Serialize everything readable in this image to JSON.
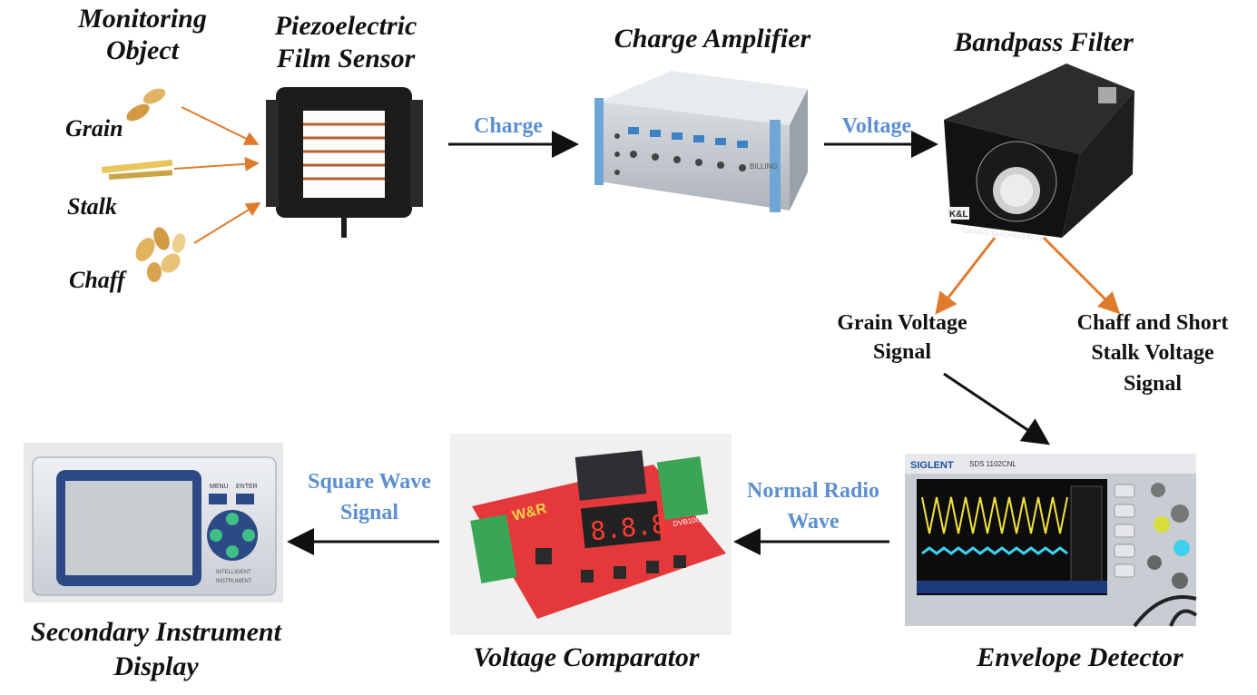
{
  "labels": {
    "monitoring_object": "Monitoring Object",
    "grain": "Grain",
    "stalk": "Stalk",
    "chaff": "Chaff",
    "sensor_line1": "Piezoelectric",
    "sensor_line2": "Film  Sensor",
    "charge_amplifier": "Charge Amplifier",
    "bandpass_filter": "Bandpass Filter",
    "grain_signal_line1": "Grain Voltage",
    "grain_signal_line2": "Signal",
    "chaff_signal_line1": "Chaff  and Short",
    "chaff_signal_line2": "Stalk Voltage",
    "chaff_signal_line3": "Signal",
    "envelope_detector": "Envelope Detector",
    "voltage_comparator": "Voltage Comparator",
    "secondary_line1": "Secondary Instrument",
    "secondary_line2": "Display"
  },
  "edges": {
    "charge": "Charge",
    "voltage": "Voltage",
    "normal_line1": "Normal Radio",
    "normal_line2": "Wave",
    "square_line1": "Square Wave",
    "square_line2": "Signal"
  },
  "device_text": {
    "amp_brand": "BILLING",
    "filter_brand": "K&L",
    "filter_caption": "TUNABLE BANDPASS FILTER",
    "scope_brand": "SIGLENT",
    "scope_model": "SDS 1102CNL",
    "relay_brand": "W&R",
    "relay_digits": "8.8.8",
    "relay_model": "DVB100",
    "display_menu": "MENU",
    "display_enter": "ENTER",
    "display_tag1": "INTELLIGENT",
    "display_tag2": "INSTRUMENT"
  },
  "colors": {
    "edge_label": "#5b8fd0",
    "orange_arrow": "#e07b2e",
    "black_arrow": "#111111",
    "board_red": "#e5383b",
    "terminal_green": "#3aa655"
  }
}
